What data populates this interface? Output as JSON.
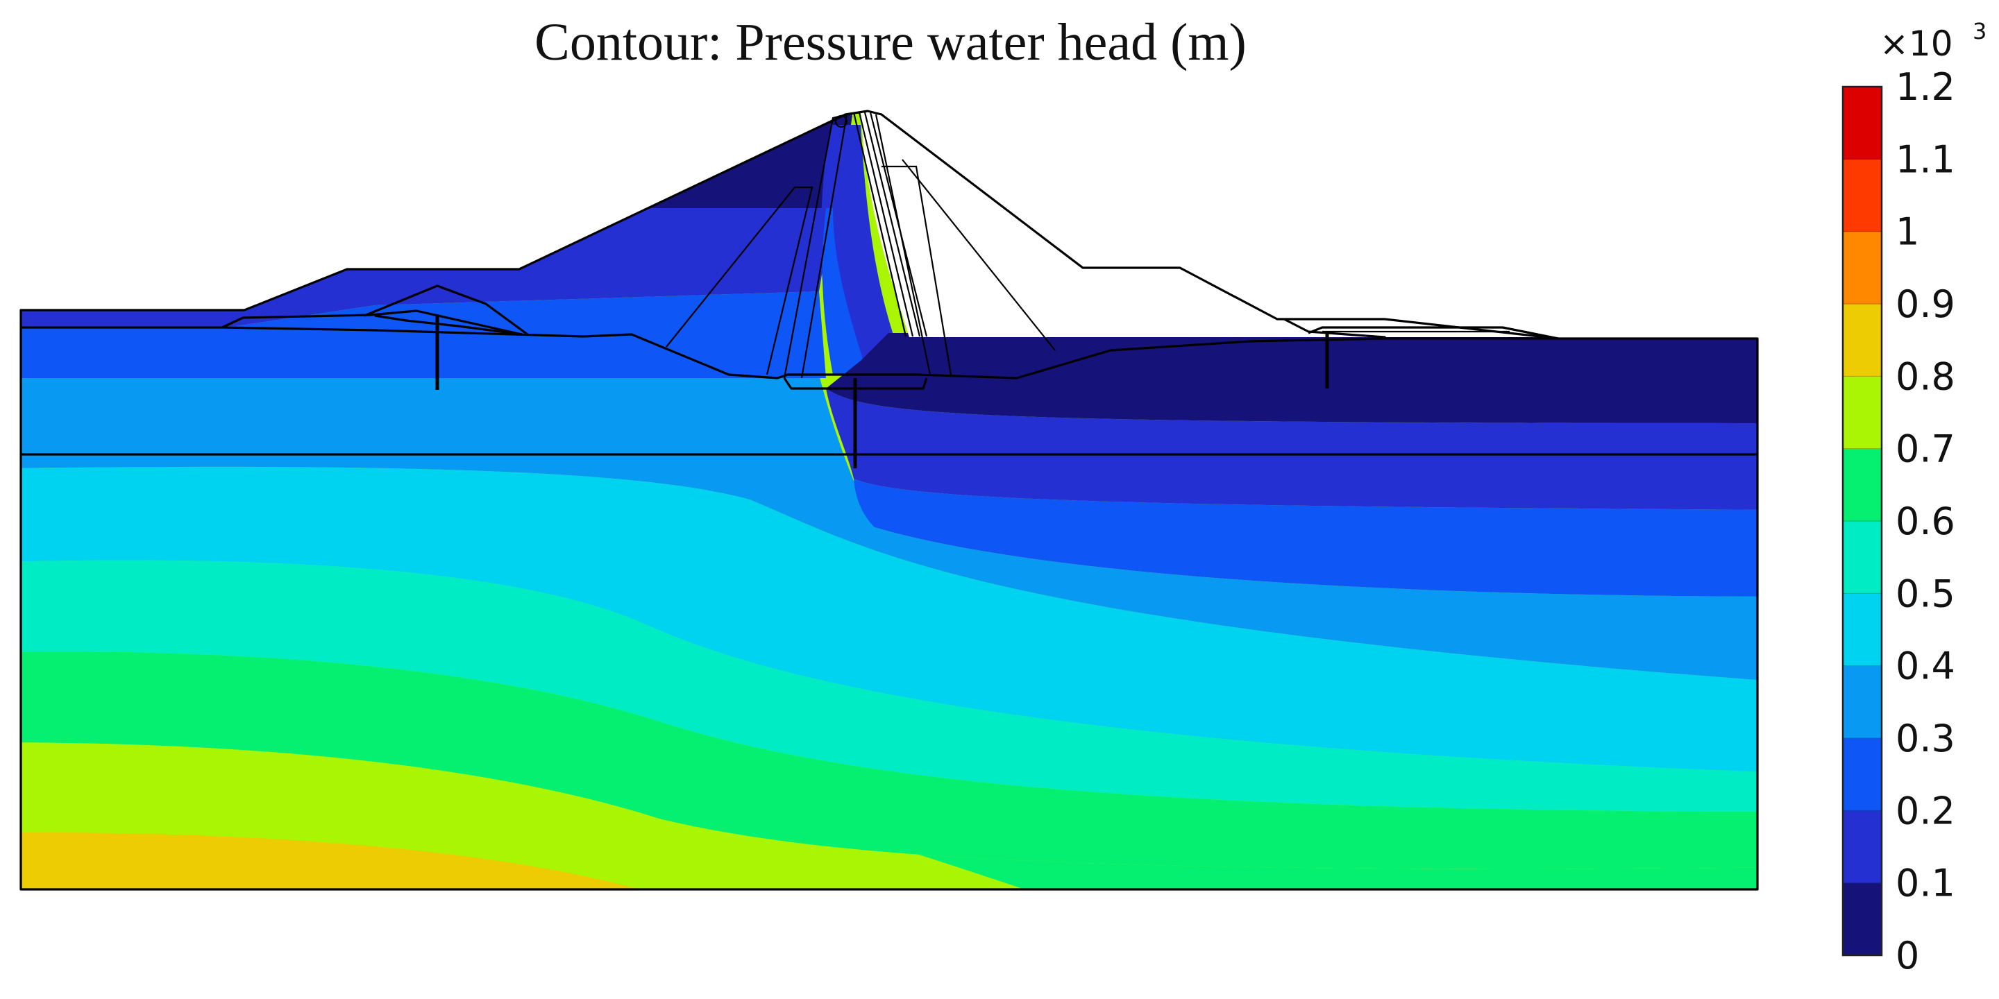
{
  "chart_data": {
    "type": "heatmap",
    "title": "Contour: Pressure water head (m)",
    "colorbar": {
      "multiplier_base": "×10",
      "multiplier_exp": "3",
      "ticks": [
        "1.2",
        "1.1",
        "1",
        "0.9",
        "0.8",
        "0.7",
        "0.6",
        "0.5",
        "0.4",
        "0.3",
        "0.2",
        "0.1",
        "0"
      ],
      "range": [
        0,
        1.2
      ],
      "levels": [
        {
          "from": 0.0,
          "to": 0.1,
          "color": "#15127a"
        },
        {
          "from": 0.1,
          "to": 0.2,
          "color": "#2530d2"
        },
        {
          "from": 0.2,
          "to": 0.3,
          "color": "#0e56f5"
        },
        {
          "from": 0.3,
          "to": 0.4,
          "color": "#0899f2"
        },
        {
          "from": 0.4,
          "to": 0.5,
          "color": "#00d3f0"
        },
        {
          "from": 0.5,
          "to": 0.6,
          "color": "#00ecc4"
        },
        {
          "from": 0.6,
          "to": 0.7,
          "color": "#05f070"
        },
        {
          "from": 0.7,
          "to": 0.8,
          "color": "#a9f504"
        },
        {
          "from": 0.8,
          "to": 0.9,
          "color": "#edcc03"
        },
        {
          "from": 0.9,
          "to": 1.0,
          "color": "#ff8800"
        },
        {
          "from": 1.0,
          "to": 1.1,
          "color": "#ff3a00"
        },
        {
          "from": 1.1,
          "to": 1.2,
          "color": "#dd0000"
        }
      ]
    }
  }
}
